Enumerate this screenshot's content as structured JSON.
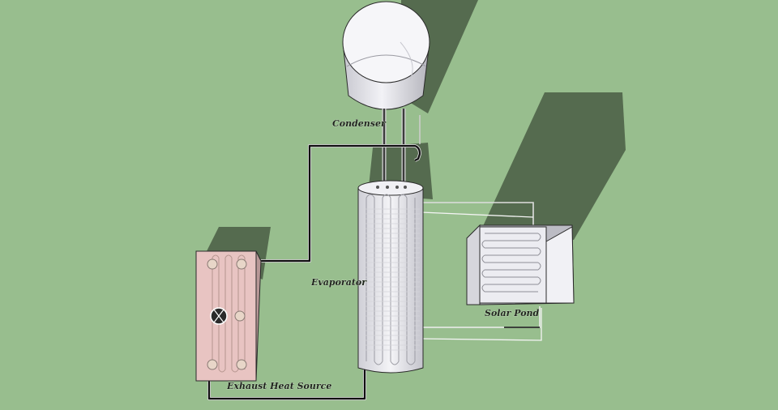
{
  "labels": {
    "condenser": "Condenser",
    "evaporator": "Evaporator",
    "solar_pond": "Solar Pond",
    "exhaust_heat_source": "Exhaust Heat Source"
  },
  "colors": {
    "background": "#98be8e",
    "shadow": "#556b4f",
    "pipe": "#111111",
    "equipment": "#e6e6ec",
    "heat_source": "#e8c4c2"
  }
}
